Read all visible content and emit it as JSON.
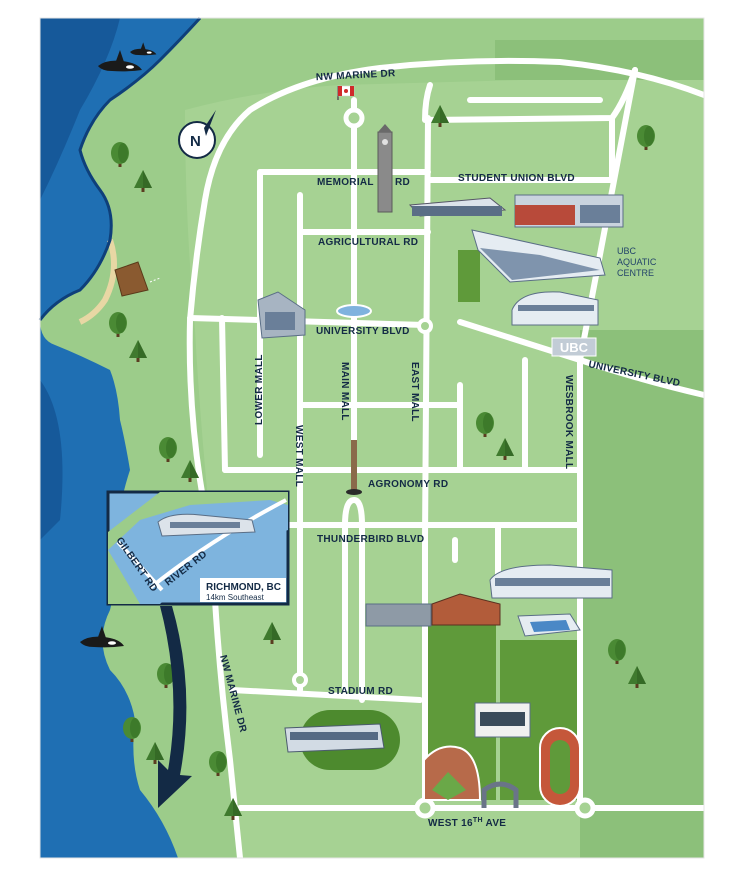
{
  "map": {
    "compass": {
      "label": "N",
      "icon": "north-arrow-icon"
    },
    "roads": {
      "nw_marine_dr_top": "NW MARINE DR",
      "memorial": "MEMORIAL",
      "memorial_rd": "RD",
      "student_union_blvd": "STUDENT UNION BLVD",
      "agricultural_rd": "AGRICULTURAL RD",
      "university_blvd_1": "UNIVERSITY BLVD",
      "university_blvd_2": "UNIVERSITY BLVD",
      "lower_mall": "LOWER MALL",
      "west_mall": "WEST MALL",
      "main_mall": "MAIN MALL",
      "east_mall": "EAST MALL",
      "wesbrook_mall": "WESBROOK MALL",
      "agronomy_rd": "AGRONOMY RD",
      "thunderbird_blvd": "THUNDERBIRD BLVD",
      "stadium_rd": "STADIUM RD",
      "nw_marine_dr_side": "NW MARINE DR",
      "west_16th_ave": "WEST 16",
      "west_16th_ave_sup": "TH",
      "west_16th_ave_end": " AVE"
    },
    "places": {
      "aquatic_line1": "UBC",
      "aquatic_line2": "AQUATIC",
      "aquatic_line3": "CENTRE",
      "ubc_sign": "UBC"
    },
    "inset": {
      "gilbert_rd": "GILBERT RD",
      "river_rd": "RIVER RD",
      "city": "RICHMOND, BC",
      "distance": "14km Southeast"
    },
    "colors": {
      "water": "#1f6fb3",
      "water_dark": "#0e3f7a",
      "land": "#9ccc8a",
      "land_dark": "#8cc07a",
      "roads": "#ffffff",
      "fields": "#5f9a3a",
      "label": "#132a45"
    },
    "icons": [
      "canada-flag-icon",
      "clock-tower-icon",
      "orca-icon",
      "tree-icon",
      "boardwalk-icon",
      "fountain-icon",
      "totem-icon",
      "track-icon",
      "baseball-diamond-icon"
    ]
  }
}
